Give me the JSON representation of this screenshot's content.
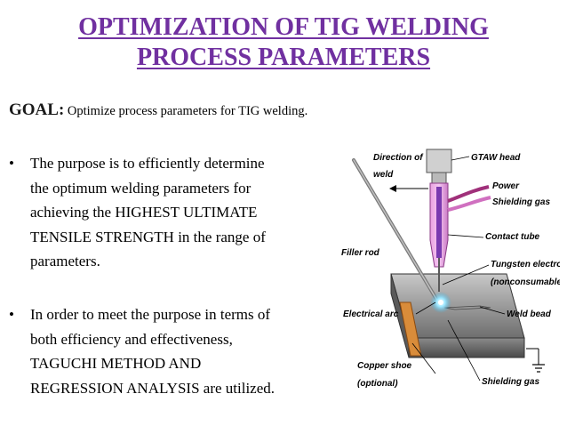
{
  "title": {
    "line1": "OPTIMIZATION OF TIG WELDING",
    "line2": "PROCESS PARAMETERS"
  },
  "goal": {
    "label": "GOAL:",
    "text": "Optimize process parameters for TIG welding."
  },
  "bullets": [
    {
      "marker": "•",
      "lines": [
        "The purpose is to efficiently determine",
        "the optimum welding parameters for",
        "achieving the HIGHEST ULTIMATE",
        "TENSILE STRENGTH in the range of",
        "parameters."
      ]
    },
    {
      "marker": "•",
      "lines": [
        "In order to meet the purpose in terms of",
        "both efficiency and effectiveness,",
        "TAGUCHI METHOD AND",
        "REGRESSION ANALYSIS are utilized."
      ]
    }
  ],
  "diagram": {
    "labels": {
      "direction1": "Direction of",
      "direction2": "weld",
      "gtaw_head": "GTAW head",
      "power": "Power",
      "shielding_gas_top": "Shielding gas",
      "contact_tube": "Contact tube",
      "filler_rod": "Filler rod",
      "tungsten1": "Tungsten electrode",
      "tungsten2": "(nonconsumable)",
      "electrical_arc": "Electrical arc",
      "weld_bead": "Weld bead",
      "copper1": "Copper shoe",
      "copper2": "(optional)",
      "shielding_gas_bottom": "Shielding gas"
    }
  }
}
